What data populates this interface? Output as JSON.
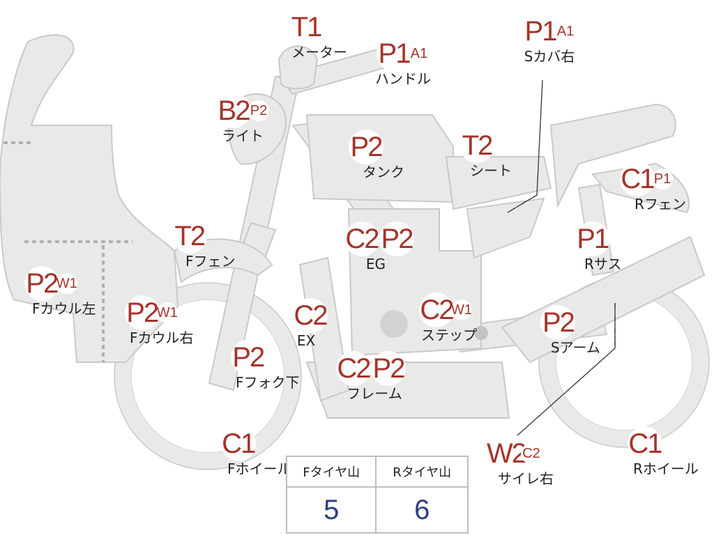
{
  "parts": {
    "meter": {
      "code": "T1",
      "sub": "",
      "name": "メーター"
    },
    "handle": {
      "code": "P1",
      "sub": "A1",
      "name": "ハンドル"
    },
    "scover_right": {
      "code": "P1",
      "sub": "A1",
      "name": "Sカバ右"
    },
    "light": {
      "code": "B2",
      "sub": "P2",
      "name": "ライト"
    },
    "tank": {
      "code": "P2",
      "sub": "",
      "name": "タンク"
    },
    "seat": {
      "code": "T2",
      "sub": "",
      "name": "シート"
    },
    "r_fender": {
      "code": "C1",
      "sub": "P1",
      "name": "Rフェン"
    },
    "f_fender": {
      "code": "T2",
      "sub": "",
      "name": "Fフェン"
    },
    "engine": {
      "code": "C2",
      "sub": "P2",
      "name": "EG"
    },
    "r_sus": {
      "code": "P1",
      "sub": "",
      "name": "Rサス"
    },
    "f_cowl_left": {
      "code": "P2",
      "sub": "W1",
      "name": "Fカウル左"
    },
    "f_cowl_right": {
      "code": "P2",
      "sub": "W1",
      "name": "Fカウル右"
    },
    "exhaust": {
      "code": "C2",
      "sub": "",
      "name": "EX"
    },
    "step": {
      "code": "C2",
      "sub": "W1",
      "name": "ステップ"
    },
    "s_arm": {
      "code": "P2",
      "sub": "",
      "name": "Sアーム"
    },
    "f_fork_lower": {
      "code": "P2",
      "sub": "",
      "name": "Fフォク下"
    },
    "frame": {
      "code": "C2",
      "sub": "P2",
      "name": "フレーム"
    },
    "f_wheel": {
      "code": "C1",
      "sub": "",
      "name": "Fホイール"
    },
    "silencer_right": {
      "code": "W2",
      "sub": "C2",
      "name": "サイレ右"
    },
    "r_wheel": {
      "code": "C1",
      "sub": "",
      "name": "Rホイール"
    }
  },
  "tire_tread": {
    "front_label": "Fタイヤ山",
    "rear_label": "Rタイヤ山",
    "front_value": "5",
    "rear_value": "6"
  }
}
